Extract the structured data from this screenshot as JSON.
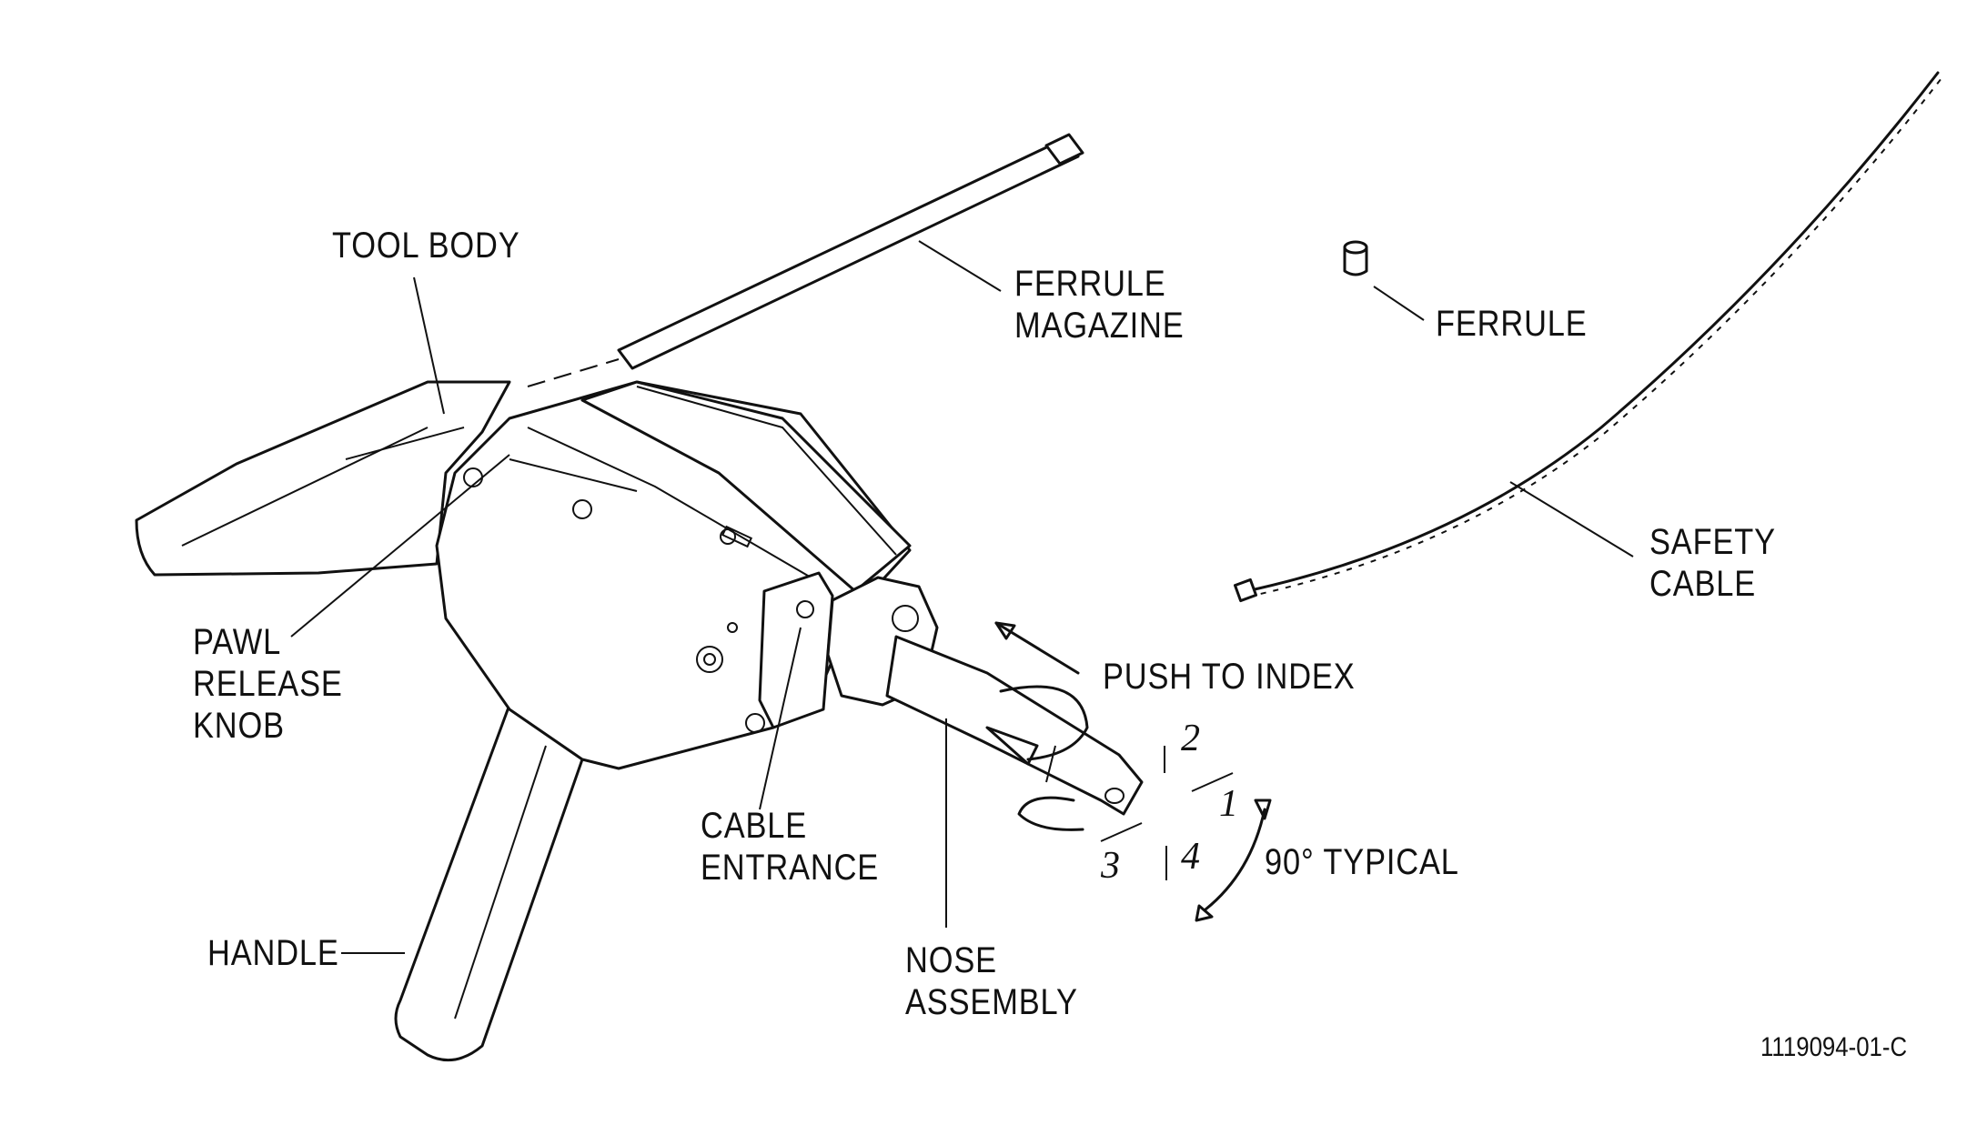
{
  "labels": {
    "tool_body": "TOOL BODY",
    "ferrule_magazine": [
      "FERRULE",
      "MAGAZINE"
    ],
    "ferrule": "FERRULE",
    "safety_cable": [
      "SAFETY",
      "CABLE"
    ],
    "pawl_release_knob": [
      "PAWL",
      "RELEASE",
      "KNOB"
    ],
    "push_to_index": "PUSH TO INDEX",
    "cable_entrance": [
      "CABLE",
      "ENTRANCE"
    ],
    "handle": "HANDLE",
    "nose_assembly": [
      "NOSE",
      "ASSEMBLY"
    ],
    "ninety_typical": "90° TYPICAL"
  },
  "index_positions": [
    "1",
    "2",
    "3",
    "4"
  ],
  "figure_number": "1119094-01-C"
}
